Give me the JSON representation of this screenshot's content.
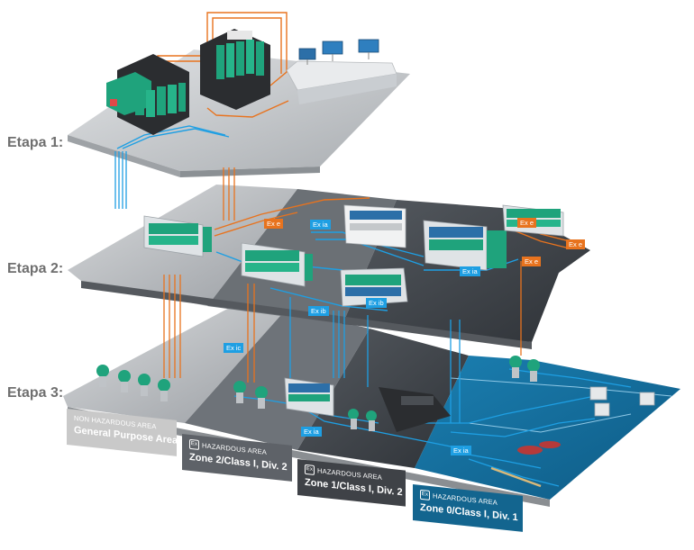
{
  "stages": [
    {
      "id": "stage-1",
      "label": "Etapa 1:"
    },
    {
      "id": "stage-2",
      "label": "Etapa 2:"
    },
    {
      "id": "stage-3",
      "label": "Etapa 3:"
    }
  ],
  "zones": [
    {
      "id": "general",
      "category": "NON HAZARDOUS AREA",
      "name": "General Purpose Area",
      "ex_symbol": false,
      "bg": "#c9c9c9",
      "fg": "#ffffff"
    },
    {
      "id": "zone2",
      "category": "HAZARDOUS AREA",
      "name": "Zone 2/Class I, Div. 2",
      "ex_symbol": true,
      "bg": "#5e6268",
      "fg": "#ffffff"
    },
    {
      "id": "zone1",
      "category": "HAZARDOUS AREA",
      "name": "Zone 1/Class I, Div. 2",
      "ex_symbol": true,
      "bg": "#3f4247",
      "fg": "#ffffff"
    },
    {
      "id": "zone0",
      "category": "HAZARDOUS AREA",
      "name": "Zone 0/Class I, Div. 1",
      "ex_symbol": true,
      "bg": "#13658f",
      "fg": "#ffffff"
    }
  ],
  "ex_symbol_text": "Ex",
  "protection_tags": [
    {
      "id": "tag-ex-e-1",
      "text": "Ex e",
      "style": "orange"
    },
    {
      "id": "tag-ex-ia-1",
      "text": "Ex ia",
      "style": "blue"
    },
    {
      "id": "tag-ex-e-2",
      "text": "Ex e",
      "style": "orange"
    },
    {
      "id": "tag-ex-ia-2",
      "text": "Ex ia",
      "style": "blue"
    },
    {
      "id": "tag-ex-e-3",
      "text": "Ex e",
      "style": "orange"
    },
    {
      "id": "tag-ex-e-4",
      "text": "Ex e",
      "style": "orange"
    },
    {
      "id": "tag-ex-ib",
      "text": "Ex ib",
      "style": "blue"
    },
    {
      "id": "tag-ex-ib-2",
      "text": "Ex ib",
      "style": "blue"
    },
    {
      "id": "tag-ex-ic",
      "text": "Ex ic",
      "style": "blue"
    },
    {
      "id": "tag-ex-ia-3",
      "text": "Ex ia",
      "style": "blue"
    },
    {
      "id": "tag-ex-ia-4",
      "text": "Ex ia",
      "style": "blue"
    }
  ],
  "colors": {
    "signal_orange": "#e8731e",
    "signal_blue": "#1e9fe3",
    "device_green": "#1fa37c",
    "label_gray": "#6f6f6f"
  }
}
